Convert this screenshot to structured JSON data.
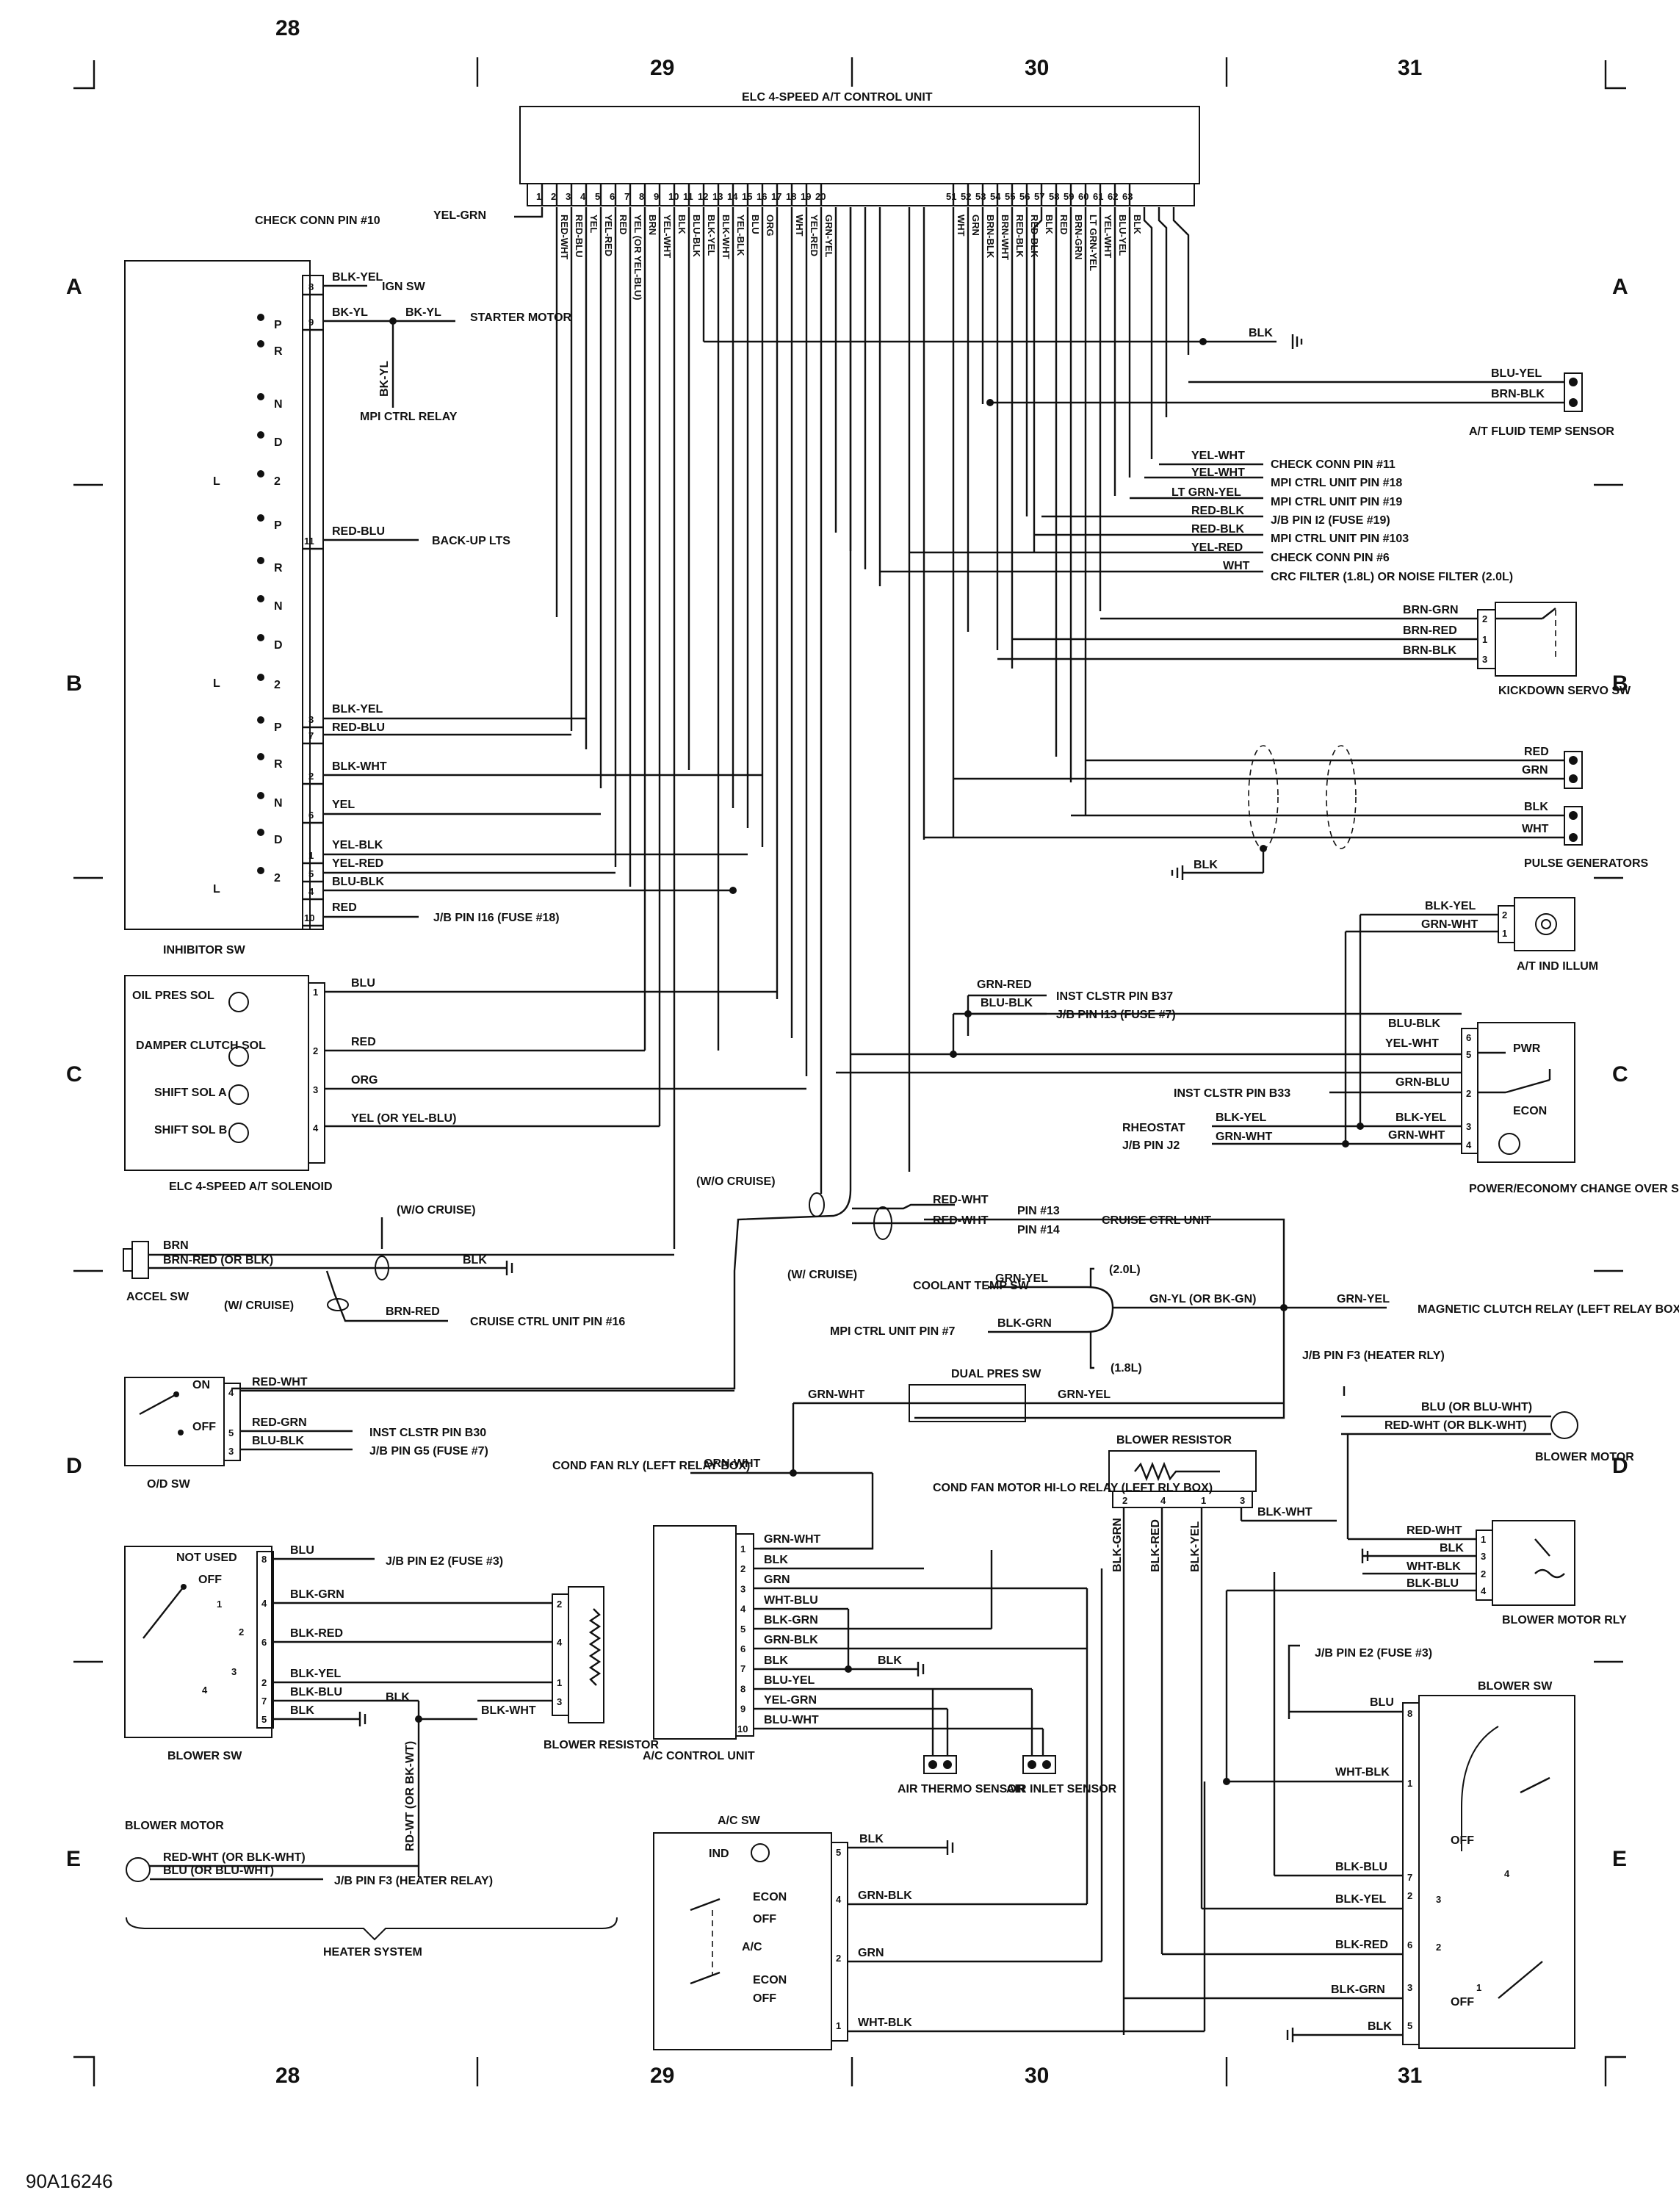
{
  "columns": [
    "28",
    "29",
    "30",
    "31"
  ],
  "rows": [
    "A",
    "B",
    "C",
    "D",
    "E"
  ],
  "figure_ref": "90A16246",
  "control_unit": {
    "title": "ELC 4-SPEED A/T CONTROL UNIT",
    "pins_left": [
      "1",
      "2",
      "3",
      "4",
      "5",
      "6",
      "7",
      "8",
      "9",
      "10",
      "11",
      "12",
      "13",
      "14",
      "15",
      "16",
      "17",
      "18",
      "19",
      "20"
    ],
    "pins_right": [
      "51",
      "52",
      "53",
      "54",
      "55",
      "56",
      "57",
      "58",
      "59",
      "60",
      "61",
      "62",
      "63"
    ],
    "wires_left": [
      "YEL-GRN",
      "RED-WHT",
      "RED-BLU",
      "YEL",
      "YEL-RED",
      "RED",
      "YEL (OR YEL-BLU)",
      "BRN",
      "YEL-WHT",
      "BLK",
      "BLU-BLK",
      "BLK-YEL",
      "BLK-WHT",
      "YEL-BLK",
      "BLU",
      "ORG",
      "",
      "WHT",
      "YEL-RED",
      "GRN-YEL"
    ],
    "wires_right": [
      "WHT",
      "GRN",
      "BRN-BLK",
      "BRN-WHT",
      "RED-BLK",
      "RED-BLK",
      "BLK",
      "RED",
      "BRN-GRN",
      "LT GRN-YEL",
      "YEL-WHT",
      "BLU-YEL",
      "BLK"
    ]
  },
  "labels": {
    "check_conn_10": "CHECK CONN PIN #10",
    "ign_sw": "IGN SW",
    "starter_motor": "STARTER MOTOR",
    "mpi_ctrl_relay": "MPI CTRL RELAY",
    "backup_lts": "BACK-UP LTS",
    "jb_i16": "J/B PIN I16 (FUSE #18)",
    "inhibitor_sw": "INHIBITOR SW",
    "blk_ground_top": "BLK",
    "at_fluid_temp": "A/T FLUID TEMP SENSOR",
    "check_conn_11": "CHECK CONN PIN #11",
    "mpi_18": "MPI CTRL UNIT PIN #18",
    "mpi_19": "MPI CTRL UNIT PIN #19",
    "jb_i2": "J/B PIN I2 (FUSE #19)",
    "mpi_103": "MPI CTRL UNIT PIN #103",
    "check_conn_6": "CHECK CONN PIN #6",
    "crc_filter": "CRC FILTER (1.8L) OR NOISE FILTER (2.0L)",
    "kickdown": "KICKDOWN SERVO SW",
    "pulse_gen": "PULSE GENERATORS",
    "at_ind_illum": "A/T IND ILLUM",
    "inst_b37": "INST CLSTR PIN B37",
    "jb_i13": "J/B PIN I13 (FUSE #7)",
    "inst_b33": "INST CLSTR PIN B33",
    "rheostat": "RHEOSTAT",
    "jb_j2": "J/B PIN J2",
    "pwr": "PWR",
    "econ": "ECON",
    "power_econ_sw": "POWER/ECONOMY CHANGE OVER SW",
    "oil_pres_sol": "OIL PRES SOL",
    "damper_clutch_sol": "DAMPER CLUTCH SOL",
    "shift_sol_a": "SHIFT SOL A",
    "shift_sol_b": "SHIFT SOL B",
    "at_solenoid": "ELC 4-SPEED A/T SOLENOID",
    "wo_cruise": "(W/O CRUISE)",
    "w_cruise": "(W/ CRUISE)",
    "pin13": "PIN #13",
    "pin14": "PIN #14",
    "cruise_ctrl_unit": "CRUISE CTRL UNIT",
    "accel_sw": "ACCEL SW",
    "cruise_ctrl_pin16": "CRUISE CTRL UNIT PIN #16",
    "coolant_temp_sw": "COOLANT TEMP SW",
    "mpi_7": "MPI CTRL UNIT PIN #7",
    "l20": "(2.0L)",
    "l18": "(1.8L)",
    "mag_clutch": "MAGNETIC CLUTCH RELAY (LEFT RELAY BOX)",
    "od_sw": "O/D SW",
    "on": "ON",
    "off": "OFF",
    "inst_b30": "INST CLSTR PIN B30",
    "jb_g5": "J/B PIN G5 (FUSE #7)",
    "dual_pres_sw": "DUAL PRES SW",
    "cond_fan_rly": "COND FAN RLY (LEFT RELAY BOX)",
    "cond_fan_hilo": "COND FAN MOTOR HI-LO RELAY (LEFT RLY BOX)",
    "jb_f3_heater": "J/B PIN F3 (HEATER RLY)",
    "blower_motor": "BLOWER MOTOR",
    "blower_resistor": "BLOWER RESISTOR",
    "blower_motor_rly": "BLOWER MOTOR RLY",
    "not_used": "NOT USED",
    "jb_e2_3": "J/B PIN E2 (FUSE #3)",
    "blower_sw": "BLOWER SW",
    "ac_control_unit": "A/C CONTROL UNIT",
    "air_thermo": "AIR THERMO SENSOR",
    "air_inlet": "AIR INLET SENSOR",
    "ac_sw": "A/C SW",
    "ind": "IND",
    "ac": "A/C",
    "jb_f3_heater_relay": "J/B PIN F3 (HEATER RELAY)",
    "heater_system": "HEATER SYSTEM",
    "jb_e2_fuse3": "J/B PIN E2 (FUSE #3)"
  },
  "wires": {
    "blk_yel": "BLK-YEL",
    "bk_yl": "BK-YL",
    "red_blu": "RED-BLU",
    "blk_wht": "BLK-WHT",
    "yel": "YEL",
    "yel_blk": "YEL-BLK",
    "yel_red": "YEL-RED",
    "blu_blk": "BLU-BLK",
    "red": "RED",
    "blu_yel": "BLU-YEL",
    "brn_blk": "BRN-BLK",
    "yel_wht": "YEL-WHT",
    "lt_grn_yel": "LT GRN-YEL",
    "red_blk": "RED-BLK",
    "wht": "WHT",
    "brn_grn": "BRN-GRN",
    "brn_red": "BRN-RED",
    "grn": "GRN",
    "blk": "BLK",
    "grn_wht": "GRN-WHT",
    "grn_red": "GRN-RED",
    "grn_blu": "GRN-BLU",
    "blu": "BLU",
    "org": "ORG",
    "yel_or_yel_blu": "YEL (OR YEL-BLU)",
    "red_wht": "RED-WHT",
    "brn": "BRN",
    "brn_red_or_blk": "BRN-RED (OR BLK)",
    "grn_yel": "GRN-YEL",
    "blk_grn": "BLK-GRN",
    "gn_yl_or_bk_gn": "GN-YL (OR BK-GN)",
    "red_grn": "RED-GRN",
    "blu_or_blu_wht": "BLU (OR BLU-WHT)",
    "red_wht_or_blk_wht": "RED-WHT (OR BLK-WHT)",
    "wht_blk": "WHT-BLK",
    "blk_blu": "BLK-BLU",
    "blk_red": "BLK-RED",
    "wht_blu": "WHT-BLU",
    "blu_wht": "BLU-WHT",
    "yel_grn": "YEL-GRN",
    "grn_blk": "GRN-BLK",
    "rd_wt_or_bk_wt": "RD-WT (OR BK-WT)",
    "blu_or_blu_wht2": "BLU (OR BLU-WHT)"
  },
  "inhibitor": {
    "positions": [
      "P",
      "R",
      "N",
      "D",
      "2",
      "L"
    ],
    "pins": [
      "8",
      "9",
      "11",
      "3",
      "7",
      "2",
      "6",
      "1",
      "5",
      "4",
      "10"
    ]
  }
}
